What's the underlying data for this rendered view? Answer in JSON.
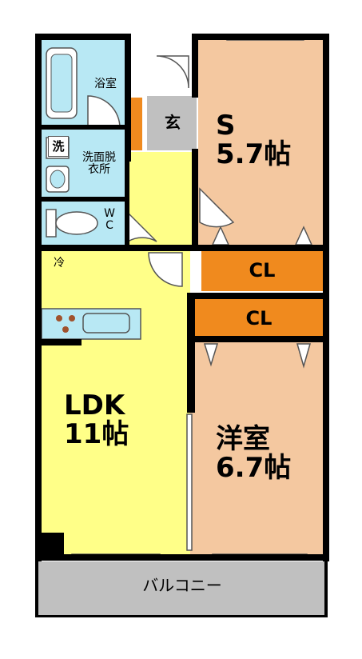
{
  "colors": {
    "wall": "#000000",
    "ldk_floor": "#ffff88",
    "room_floor": "#f4c8a0",
    "bath_floor": "#b8e8f4",
    "closet": "#f08a1e",
    "genkan": "#c0c0c0",
    "balcony": "#c0c0c0"
  },
  "rooms": {
    "bath": "浴室",
    "wash_badge": "洗",
    "washroom_line1": "洗面脱",
    "washroom_line2": "衣所",
    "wc_line1": "W",
    "wc_line2": "C",
    "genkan": "玄",
    "fridge": "冷",
    "s_name": "S",
    "s_size": "5.7帖",
    "ldk_name": "LDK",
    "ldk_size": "11帖",
    "yoshitsu_name": "洋室",
    "yoshitsu_size": "6.7帖",
    "cl_upper": "CL",
    "cl_lower": "CL",
    "balcony": "バルコニー"
  }
}
